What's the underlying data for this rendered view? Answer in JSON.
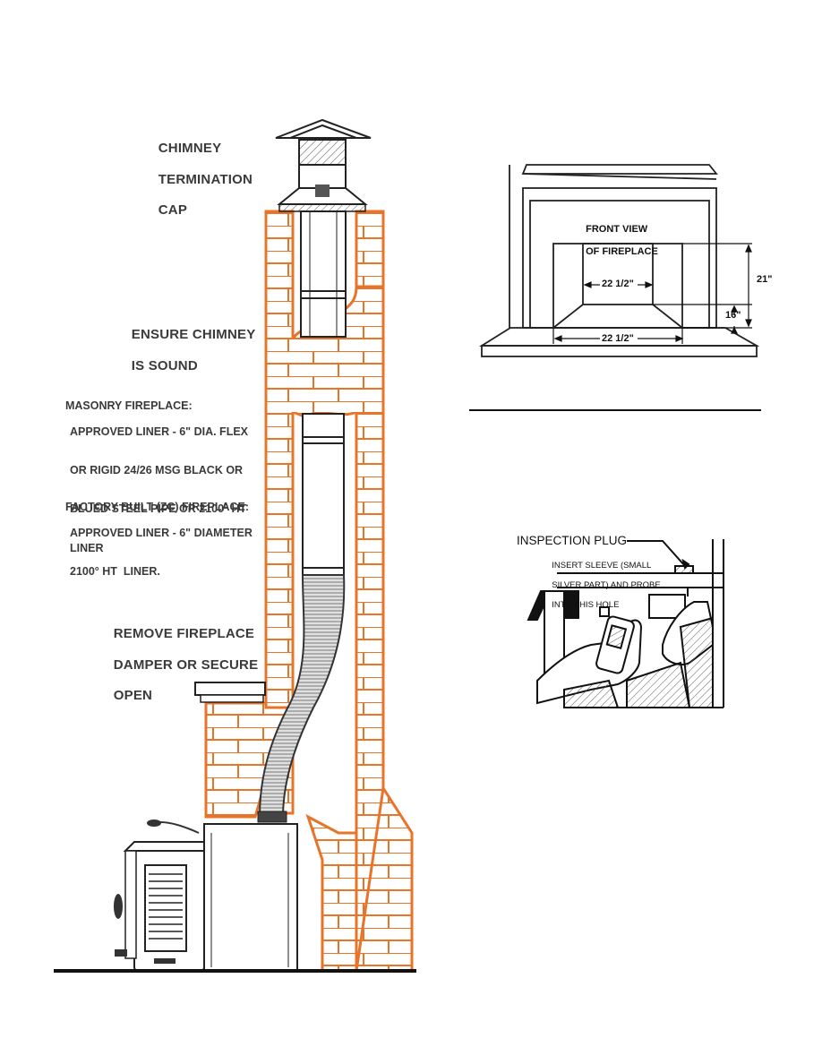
{
  "chimney": {
    "cap_label": [
      "CHIMNEY",
      "TERMINATION",
      "CAP"
    ],
    "ensure_label": [
      "ENSURE CHIMNEY",
      "IS SOUND"
    ],
    "masonry": {
      "heading": "MASONRY FIREPLACE:",
      "lines": [
        "APPROVED LINER - 6\" DIA. FLEX",
        "OR RIGID 24/26 MSG BLACK OR",
        "BLUED STEEL PIPE OR 2100° HT",
        "LINER"
      ]
    },
    "factory": {
      "heading": "FACTORY BUILT (ZC) FIREPLACE:",
      "lines": [
        "APPROVED LINER - 6\" DIAMETER",
        "2100° HT  LINER."
      ]
    },
    "damper_label": [
      "REMOVE FIREPLACE",
      "DAMPER OR SECURE",
      "OPEN"
    ]
  },
  "front_view": {
    "title": [
      "FRONT VIEW",
      "OF FIREPLACE"
    ],
    "dim_inner_width": "22 1/2\"",
    "dim_base_width": "22 1/2\"",
    "dim_height": "21\"",
    "dim_step": "16\""
  },
  "inspection": {
    "title": "INSPECTION PLUG",
    "note": [
      "INSERT SLEEVE (SMALL",
      "SILVER PART) AND PROBE",
      "INTO THIS HOLE"
    ]
  },
  "colors": {
    "brick": "#e8742a",
    "ink": "#222222"
  }
}
